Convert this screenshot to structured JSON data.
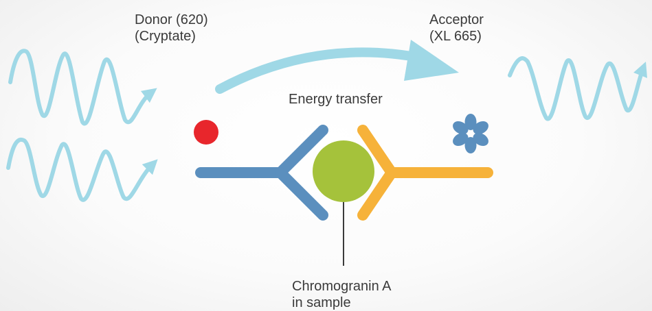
{
  "labels": {
    "donor_line1": "Donor (620)",
    "donor_line2": "(Cryptate)",
    "acceptor_line1": "Acceptor",
    "acceptor_line2": "(XL 665)",
    "energy_transfer": "Energy transfer",
    "analyte_line1": "Chromogranin A",
    "analyte_line2": "in sample"
  },
  "colors": {
    "wave": "#9fd8e6",
    "donor_dot": "#e8262c",
    "donor_antibody": "#5b8fbe",
    "acceptor_antibody": "#f6b23a",
    "antigen": "#a5c23b",
    "acceptor_flower": "#5b8fbe",
    "text": "#3a3a3a"
  },
  "icons": [
    "donor-dot",
    "acceptor-flower-icon",
    "wave-arrow-icon"
  ]
}
